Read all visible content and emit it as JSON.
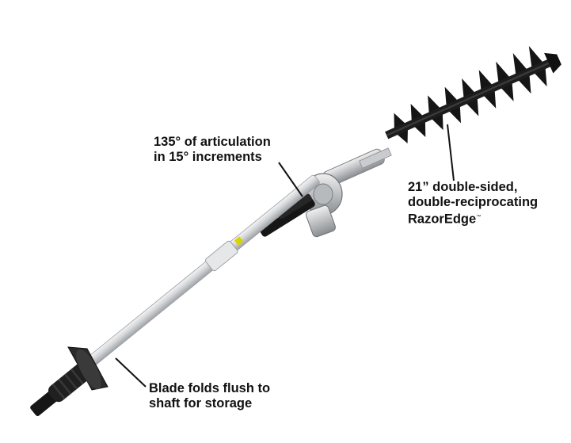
{
  "callouts": {
    "articulation": {
      "line1": "135° of articulation",
      "line2": "in 15° increments"
    },
    "blade": {
      "line1": "21” double-sided,",
      "line2": "double-reciprocating",
      "line3": "RazorEdge",
      "trademark": "™"
    },
    "storage": {
      "line1": "Blade folds flush to",
      "line2": "shaft for storage"
    }
  },
  "colors": {
    "blade": "#151515",
    "shaft": "#d9dbdc",
    "grip": "#202020",
    "label_accent": "#d8d400"
  }
}
